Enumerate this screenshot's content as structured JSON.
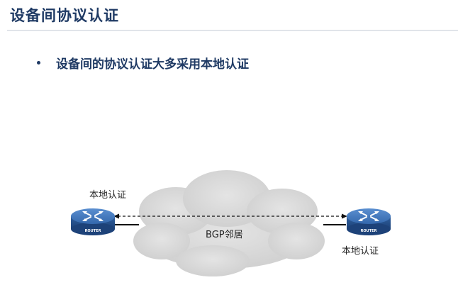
{
  "slide": {
    "title": "设备间协议认证",
    "bullets": [
      "设备间的协议认证大多采用本地认证"
    ]
  },
  "diagram": {
    "left_router": {
      "label": "本地认证",
      "icon": "router-icon",
      "badge": "ROUTER"
    },
    "right_router": {
      "label": "本地认证",
      "icon": "router-icon",
      "badge": "ROUTER"
    },
    "cloud": {
      "label": "BGP邻居"
    },
    "colors": {
      "title": "#1f3a64",
      "router_body": "#3a6fb5",
      "cloud": "#d6d6d6"
    }
  }
}
